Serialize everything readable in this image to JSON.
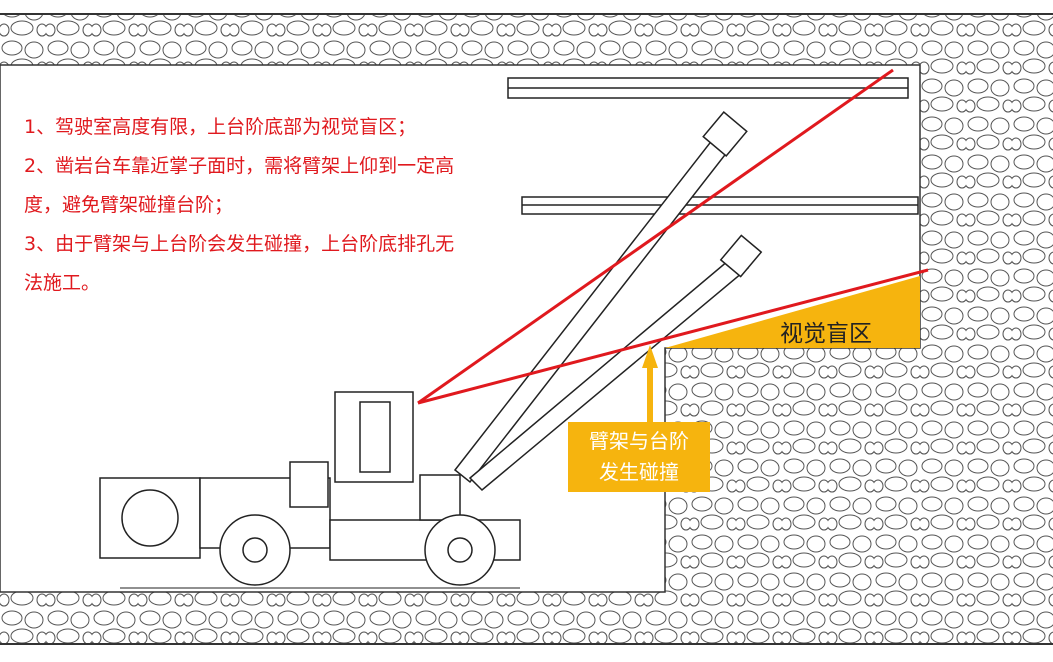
{
  "notes": [
    "1、驾驶室高度有限，上台阶底部为视觉盲区；",
    "2、凿岩台车靠近掌子面时，需将臂架上仰到一定高度，避免臂架碰撞台阶；",
    "3、由于臂架与上台阶会发生碰撞，上台阶底排孔无法施工。"
  ],
  "blind_zone_label": "视觉盲区",
  "collision_callout": {
    "line1": "臂架与台阶",
    "line2": "发生碰撞"
  },
  "colors": {
    "red": "#e0191e",
    "yellow": "#f6b40e",
    "rock_stroke": "#555555"
  }
}
